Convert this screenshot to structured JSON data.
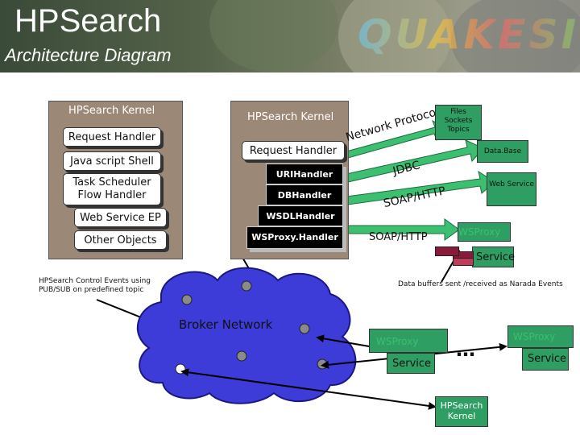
{
  "header": {
    "title": "HPSearch",
    "subtitle": "Architecture Diagram",
    "logo_text": "QUAKESIM"
  },
  "left_kernel": {
    "title": "HPSearch Kernel",
    "items": [
      "Request Handler",
      "Java script Shell",
      "Task Scheduler Flow Handler",
      "Web Service EP",
      "Other Objects"
    ]
  },
  "center_kernel": {
    "title": "HPSearch Kernel",
    "request_handler": "Request Handler",
    "handlers": [
      "URIHandler",
      "DBHandler",
      "WSDLHandler",
      "WSProxy.Handler"
    ]
  },
  "protocols": {
    "network": "Network Protocol",
    "jdbc": "JDBC",
    "soap_http_1": "SOAP/HTTP",
    "soap_http_2": "SOAP/HTTP"
  },
  "resources": {
    "files": "Files Sockets Topics",
    "database": "Data.Base",
    "web_service": "Web Service"
  },
  "services": {
    "wsproxy": "WSProxy",
    "service": "Service",
    "ellipsis": "…"
  },
  "notes": {
    "control_events": "HPSearch Control Events using PUB/SUB on predefined topic",
    "data_buffers": "Data buffers sent /received as Narada Events"
  },
  "broker": {
    "label": "Broker Network"
  },
  "bottom_kernel": {
    "label": "HPSearch Kernel"
  },
  "colors": {
    "panel": "#9c8877",
    "green": "#2e9e62",
    "cloud": "#3e3cd9",
    "arrow": "#3dbf72"
  }
}
